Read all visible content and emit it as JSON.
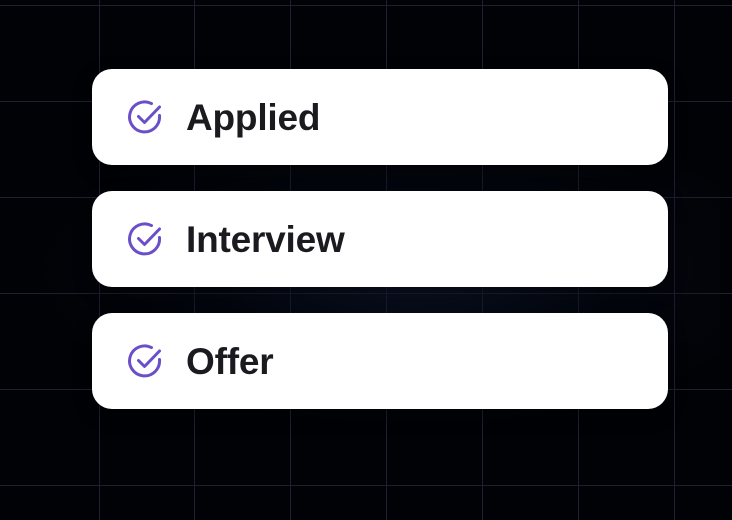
{
  "steps": [
    {
      "label": "Applied",
      "icon": "check-circle-icon"
    },
    {
      "label": "Interview",
      "icon": "check-circle-icon"
    },
    {
      "label": "Offer",
      "icon": "check-circle-icon"
    }
  ],
  "colors": {
    "background": "#010205",
    "card": "#ffffff",
    "text": "#1a1a1f",
    "accent": "#6a4fc9",
    "grid_line": "#1b2130"
  }
}
